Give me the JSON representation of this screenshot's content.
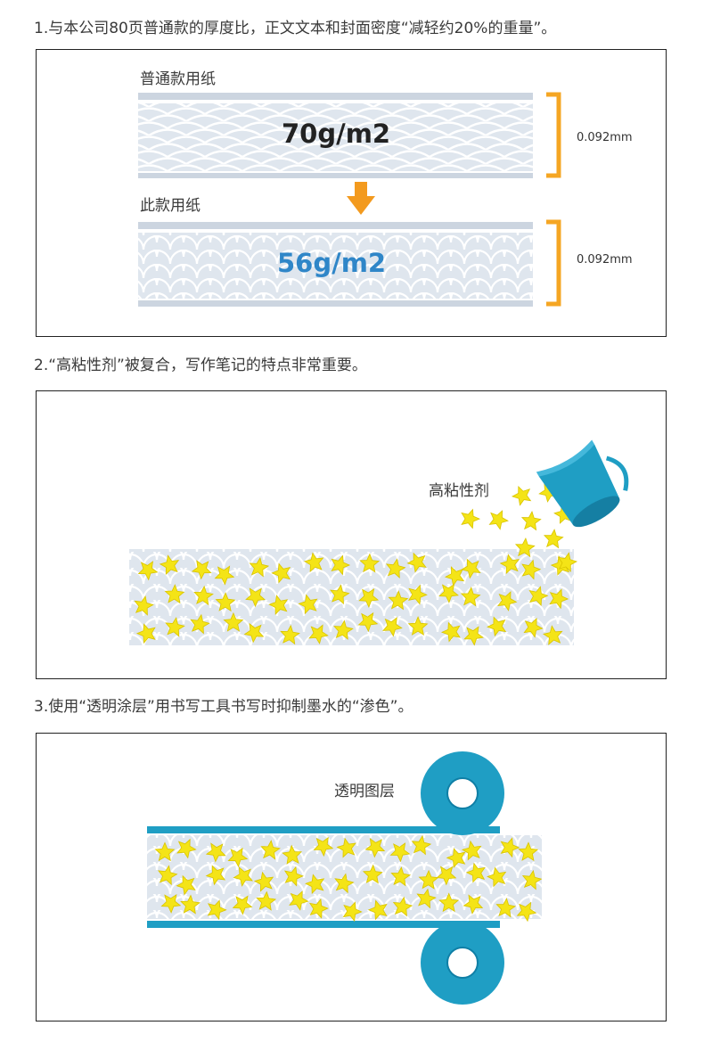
{
  "sections": [
    {
      "heading": "1.与本公司80页普通款的厚度比，正文文本和封面密度“减轻约20%的重量”。",
      "normal_paper": {
        "label": "普通款用纸",
        "weight": "70g/m2",
        "thickness": "0.092mm"
      },
      "this_paper": {
        "label": "此款用纸",
        "weight": "56g/m2",
        "thickness": "0.092mm"
      }
    },
    {
      "heading": "2.“高粘性剂”被复合，写作笔记的特点非常重要。",
      "adhesive_label": "高粘性剂"
    },
    {
      "heading": "3.使用“透明涂层”用书写工具书写时抑制墨水的“渗色”。",
      "layer_label": "透明图层"
    }
  ],
  "colors": {
    "paper": "#dfe6ee",
    "scale_line": "#ccd5e0",
    "bracket": "#f5a623",
    "arrow": "#f39a1e",
    "blue_weight": "#2f86c8",
    "teal": "#1f9ec4",
    "star": "#f4e417"
  }
}
